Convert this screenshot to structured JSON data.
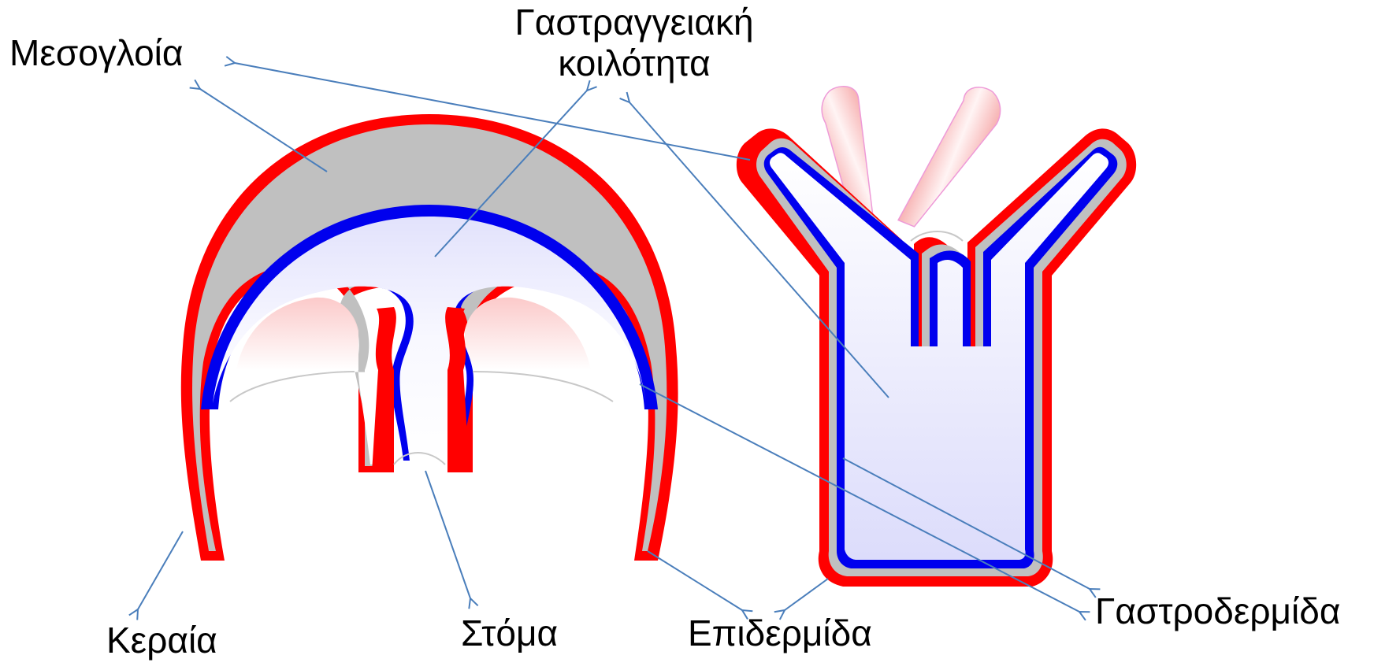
{
  "labels": {
    "mesogloia": "Μεσογλοία",
    "gastrovascular_cavity_line1": "Γαστραγγειακή",
    "gastrovascular_cavity_line2": "κοιλότητα",
    "keraia": "Κεραία",
    "stoma": "Στόμα",
    "epidermida": "Επιδερμίδα",
    "gastrodermida": "Γαστροδερμίδα"
  },
  "colors": {
    "epidermis": "#ff0000",
    "mesoglea": "#c0c0c0",
    "gastrodermis": "#0000ee",
    "cavity": "#e0e0fb",
    "arrow": "#4a7ebb",
    "tentacle": "#f9c4c4"
  }
}
